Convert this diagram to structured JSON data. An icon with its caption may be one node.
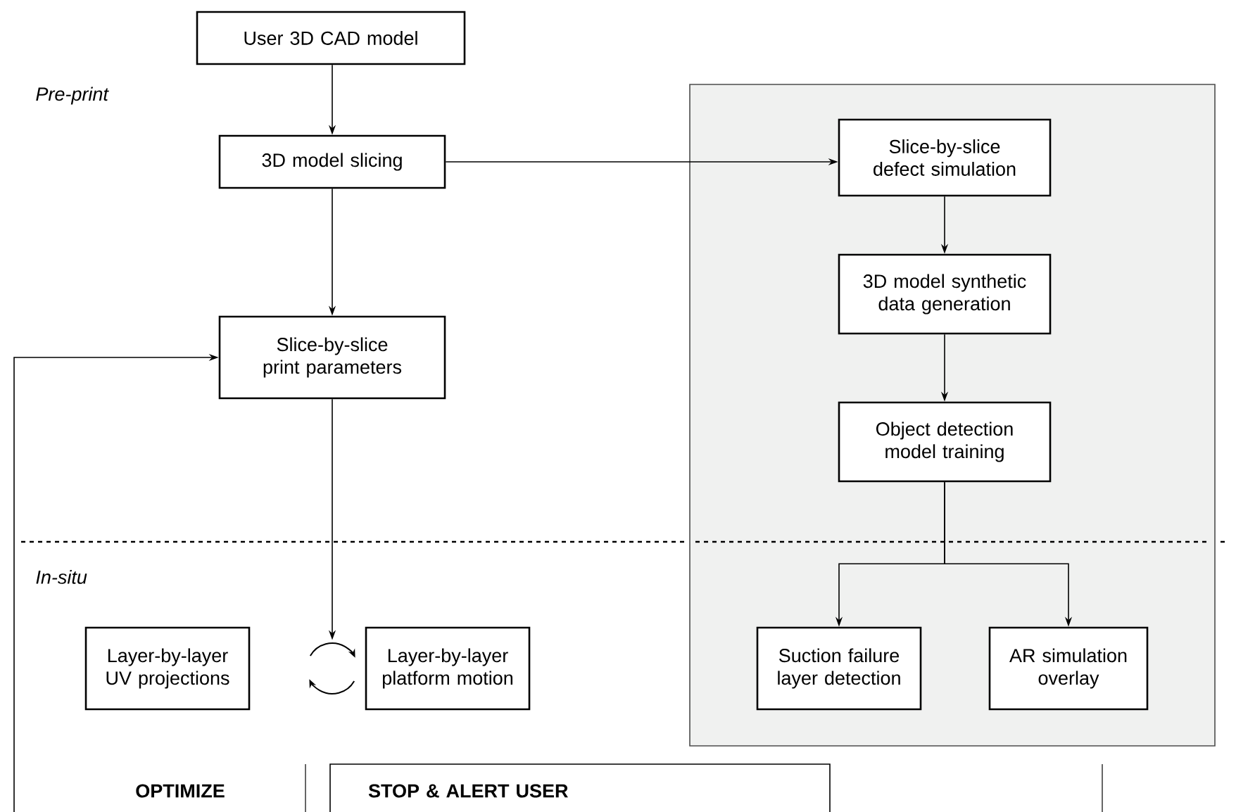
{
  "diagram": {
    "nodes": [
      {
        "text": [
          "User 3D CAD model"
        ]
      },
      {
        "text": [
          "3D model slicing"
        ]
      },
      {
        "text": [],
        "shape": "box"
      },
      {
        "text": [
          "Slice-by-slice defect simulation"
        ],
        "in": 2
      },
      {
        "text": [
          "3D model synthetic data generation"
        ],
        "in": 2
      },
      {
        "text": [
          "Object detection model training"
        ],
        "in": 2
      },
      {
        "text": [
          "Slice-by-slice print parameters"
        ]
      },
      {
        "text": [
          "Layer-by-layer UV projections"
        ]
      },
      {
        "text": [
          "Layer-by-layer platform motion"
        ]
      },
      {
        "text": [
          "Suction failure layer detection"
        ],
        "in": 2
      },
      {
        "text": [
          "AR simulation overlay"
        ],
        "in": 2
      },
      {
        "text": [
          "STOP & ALERT USER"
        ]
      },
      {
        "text": [],
        "shape": "picture"
      }
    ],
    "edges": [
      {
        "from": 0,
        "to": 1,
        "arrow": "to"
      },
      {
        "from": 1,
        "to": 6,
        "arrow": "to"
      },
      {
        "from": 1,
        "to": 3,
        "arrow": "to"
      },
      {
        "from": 3,
        "to": 4,
        "arrow": "to"
      },
      {
        "from": 4,
        "to": 5,
        "arrow": "to"
      },
      {
        "from": 5,
        "to": 9,
        "arrow": "to"
      },
      {
        "from": 5,
        "to": 10,
        "arrow": "to"
      },
      {
        "from": 6,
        "to": 12,
        "arrow": "to"
      },
      {
        "from": null,
        "to": 6,
        "arrow": "to"
      }
    ],
    "labels": [
      "Pre-print",
      "In-situ",
      "OPTIMIZE"
    ]
  }
}
